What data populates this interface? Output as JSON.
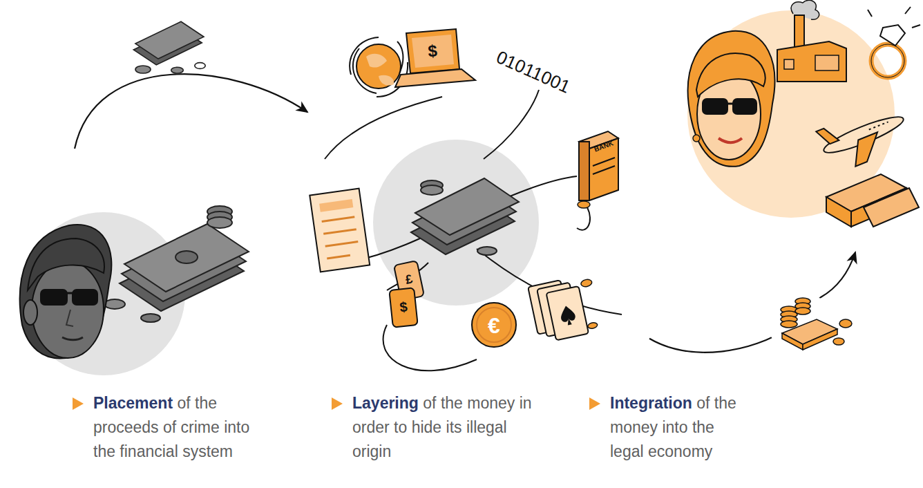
{
  "diagram": {
    "nodes": [
      {
        "text": [
          "Placement",
          "of the proceeds of crime into the financial system"
        ]
      },
      {
        "text": [
          "Layering",
          "of the money in order to hide its illegal origin"
        ]
      },
      {
        "text": [
          "Integration",
          "of the money into the legal economy"
        ]
      }
    ],
    "edges": [
      {
        "from": 0,
        "to": 1,
        "arrow": "to"
      },
      {
        "from": 1,
        "to": 2,
        "arrow": "to"
      }
    ],
    "labels": [
      "01011001",
      "BANK",
      "$",
      "£",
      "$",
      "€"
    ]
  }
}
